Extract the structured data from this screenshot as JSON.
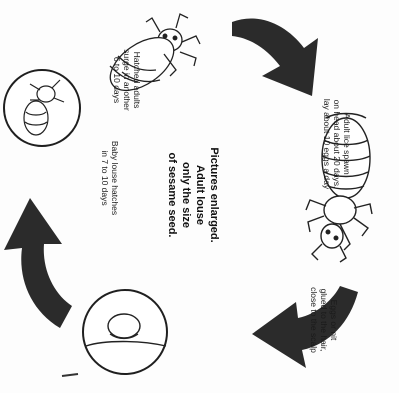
{
  "colors": {
    "arrow": "#2b2b2b",
    "ink": "#1a1a1a",
    "paper": "#fdfdfd"
  },
  "center_caption": "Pictures enlarged.\nAdult louse\nonly the size\nof sesame seed.",
  "stages": {
    "adult": "Adult lice spawn\non head about 20 days,\nlay about 10 eggs a day",
    "egg": "Eggs or nit\nglued to the hair,\nclose to the scalp",
    "baby": "Baby louse hatches\nin 7 to 10 days",
    "growth": "Hatched adults\nsurge in another\n6 to 10 days"
  },
  "icons": {
    "arrow_top_right": "curved-arrow-icon",
    "arrow_bottom_right": "curved-arrow-icon",
    "arrow_left": "curved-arrow-icon",
    "adult_louse": "louse-icon",
    "juvenile_louse": "louse-icon",
    "nymph_circle": "magnified-nymph-icon",
    "egg_circle": "magnified-egg-icon"
  }
}
